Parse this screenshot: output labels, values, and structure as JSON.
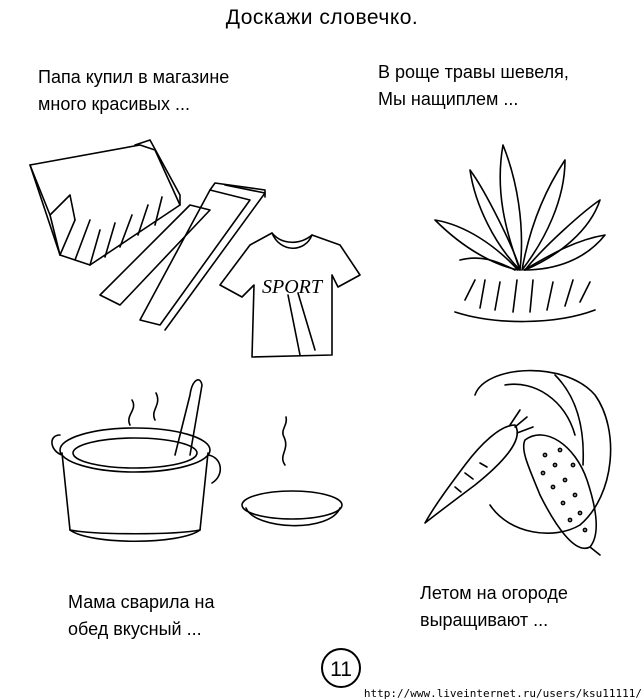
{
  "page": {
    "title": "Доскажи словечко.",
    "page_number": "11",
    "watermark": "http://www.liveinternet.ru/users/ksu11111/"
  },
  "verses": [
    {
      "lines": [
        "Папа купил в магазине",
        "много красивых ..."
      ]
    },
    {
      "lines": [
        "В роще травы шевеля,",
        "Мы нащиплем  ..."
      ]
    },
    {
      "lines": [
        "Мама сварила на",
        "обед вкусный ..."
      ]
    },
    {
      "lines": [
        "Летом на огороде",
        "выращивают ..."
      ]
    }
  ],
  "illustrations": {
    "clothes": {
      "shirt_text": "SPORT"
    }
  }
}
